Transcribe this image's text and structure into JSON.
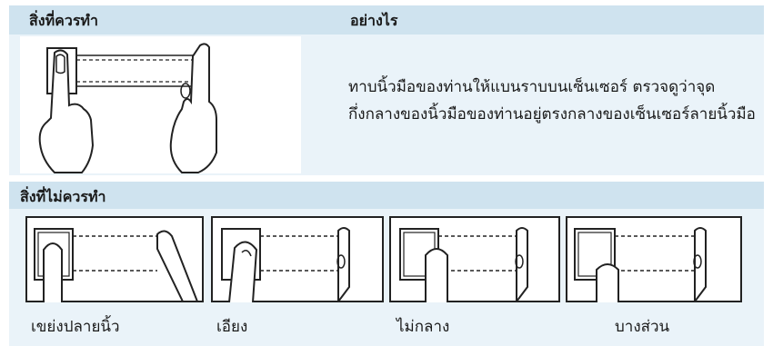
{
  "header": {
    "col_do": "สิ่งที่ควรทำ",
    "col_how": "อย่างไร"
  },
  "main": {
    "description": "ทาบนิ้วมือของท่านให้แบนราบบนเซ็นเซอร์ ตรวจดูว่าจุดกึ่งกลางของนิ้วมือของท่านอยู่ตรงกลางของเซ็นเซอร์ลายนิ้วมือ"
  },
  "dont": {
    "title": "สิ่งที่ไม่ควรทำ",
    "items": [
      {
        "label": "เขย่งปลายนิ้ว"
      },
      {
        "label": "เอียง"
      },
      {
        "label": "ไม่กลาง"
      },
      {
        "label": "บางส่วน"
      }
    ]
  },
  "colors": {
    "header_bg": "#cfe3ef",
    "section_bg": "#eaf3f9",
    "cell_bg": "#ffffff"
  }
}
